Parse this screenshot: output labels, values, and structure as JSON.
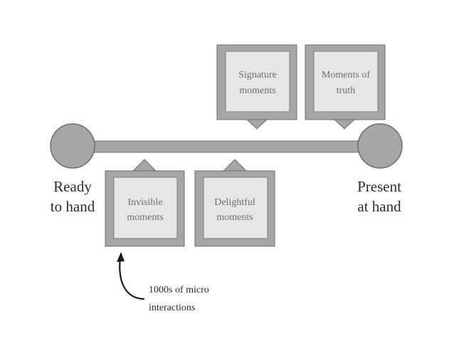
{
  "timeline": {
    "start_label": [
      "Ready",
      "to hand"
    ],
    "end_label": [
      "Present",
      "at hand"
    ]
  },
  "moments_above": [
    {
      "lines": [
        "Signature",
        "moments"
      ]
    },
    {
      "lines": [
        "Moments of",
        "truth"
      ]
    }
  ],
  "moments_below": [
    {
      "lines": [
        "Invisible",
        "moments"
      ]
    },
    {
      "lines": [
        "Delightful",
        "moments"
      ]
    }
  ],
  "annotation": {
    "lines": [
      "1000s of micro",
      "interactions"
    ]
  },
  "colors": {
    "node_fill": "#a6a6a6",
    "node_stroke": "#6e6e6e",
    "card_outer": "#a6a6a6",
    "card_inner": "#e6e6e6",
    "text_dark": "#2b2b2b",
    "text_card": "#6f6f6f"
  }
}
